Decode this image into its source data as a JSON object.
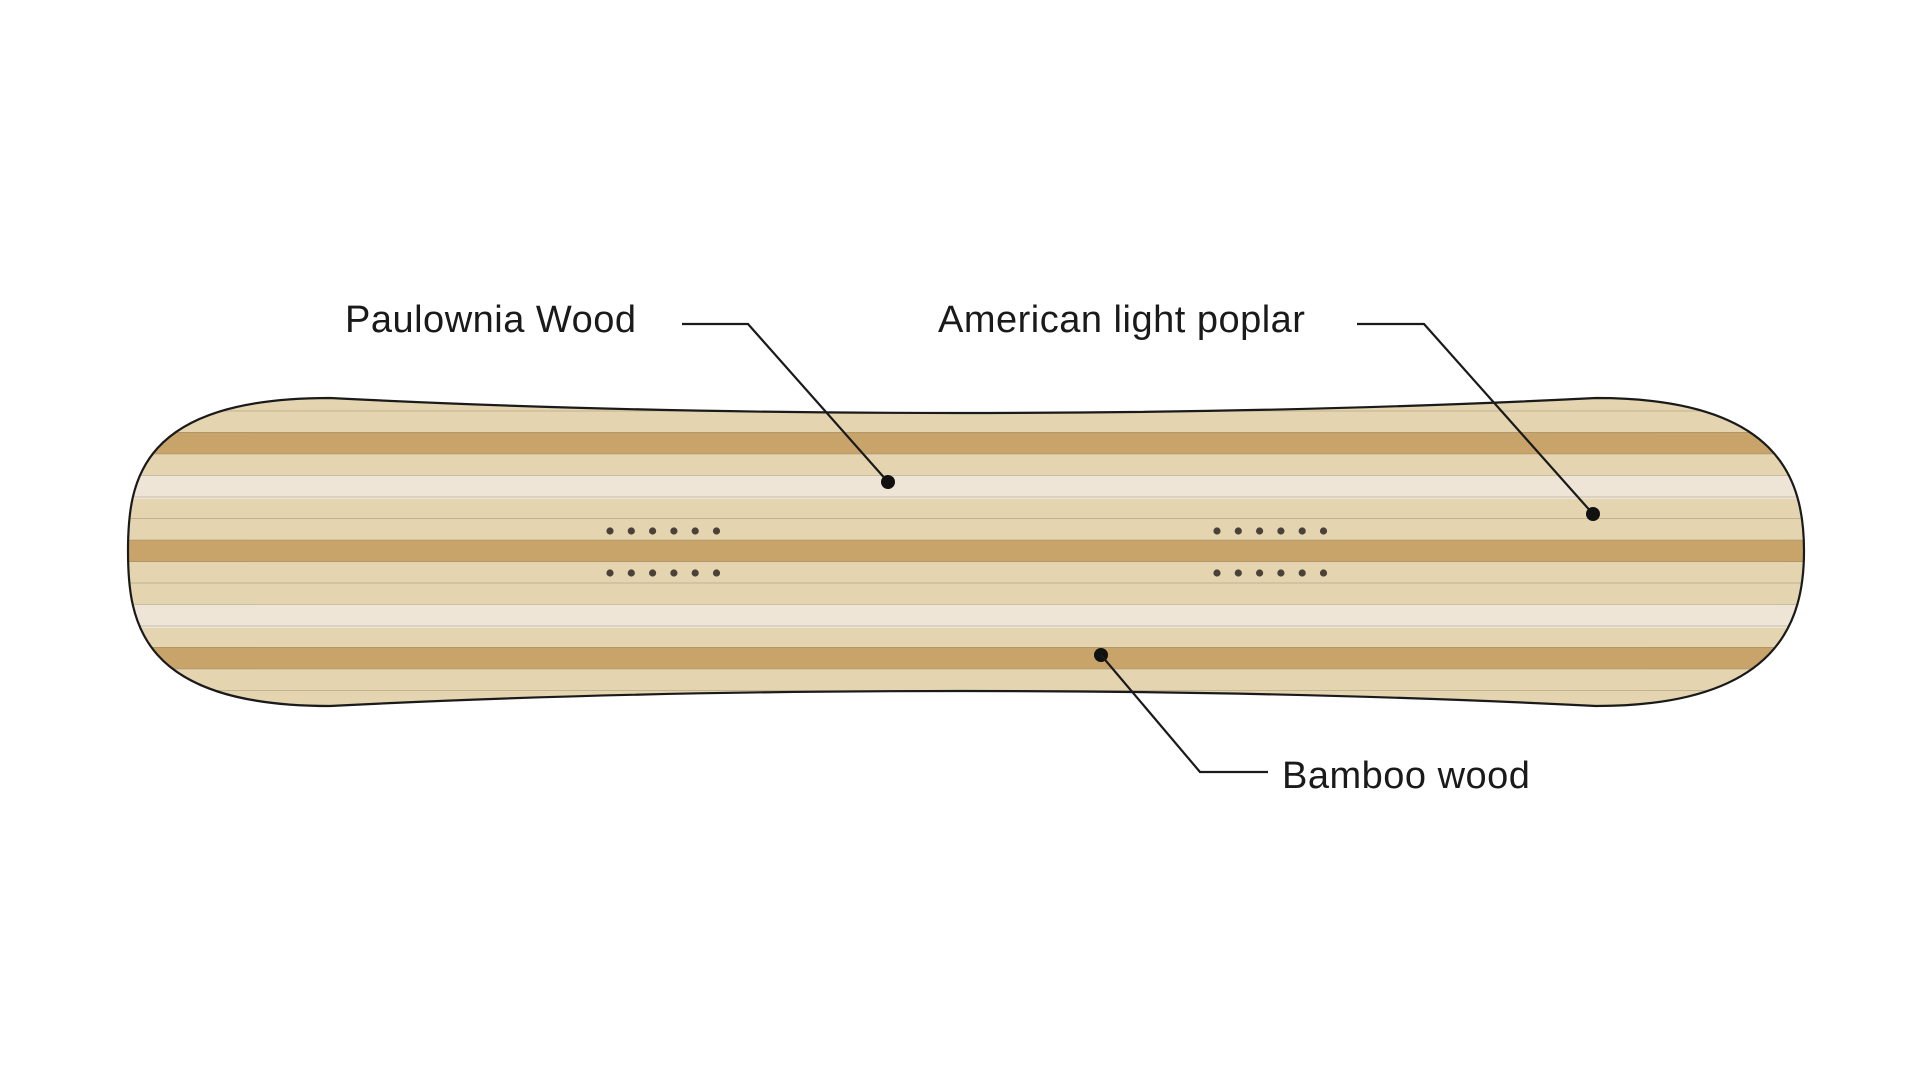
{
  "labels": {
    "paulownia": "Paulownia Wood",
    "poplar": "American light poplar",
    "bamboo": "Bamboo wood"
  },
  "colors": {
    "pale_wood": "#e4d5b0",
    "light_wood": "#eee5d7",
    "bamboo_strip": "#c9a46a",
    "outline": "#1a1a1a"
  },
  "icons": {
    "insert_holes": "binding-insert-holes"
  }
}
